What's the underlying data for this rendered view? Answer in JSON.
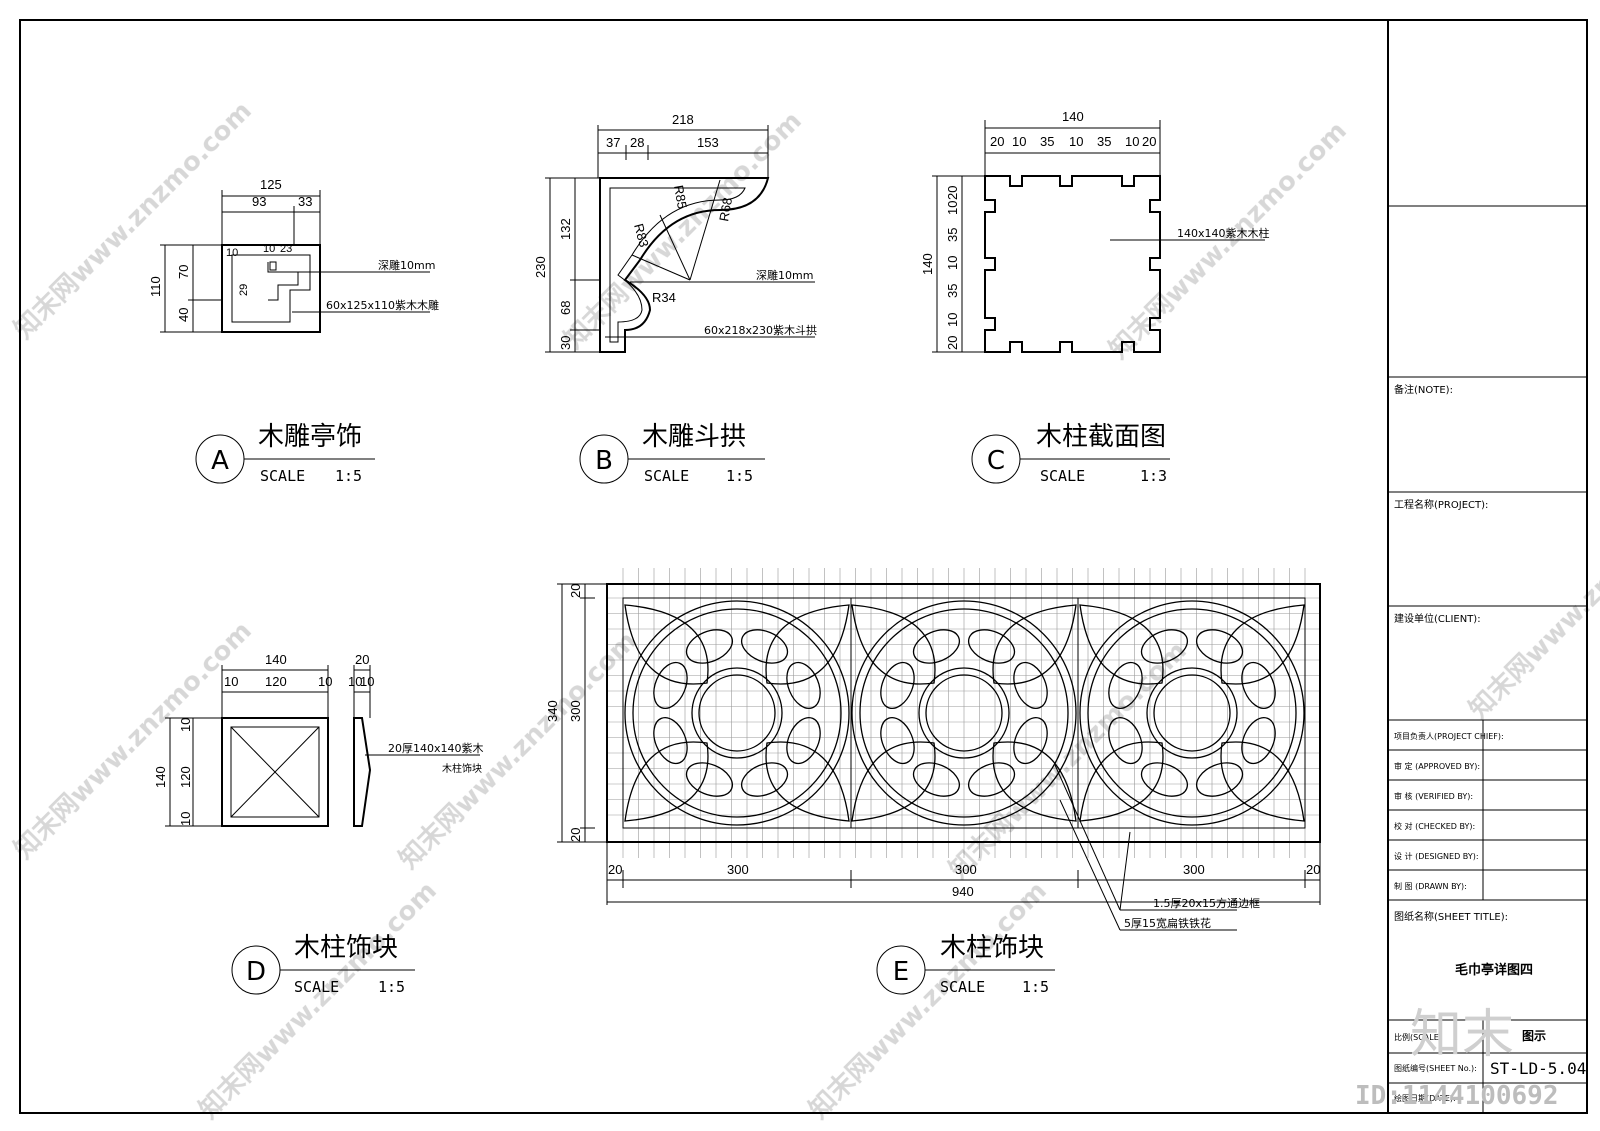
{
  "details": [
    {
      "letter": "A",
      "title": "木雕亭饰",
      "scale_label": "SCALE",
      "scale": "1:5"
    },
    {
      "letter": "B",
      "title": "木雕斗拱",
      "scale_label": "SCALE",
      "scale": "1:5"
    },
    {
      "letter": "C",
      "title": "木柱截面图",
      "scale_label": "SCALE",
      "scale": "1:3"
    },
    {
      "letter": "D",
      "title": "木柱饰块",
      "scale_label": "SCALE",
      "scale": "1:5"
    },
    {
      "letter": "E",
      "title": "木柱饰块",
      "scale_label": "SCALE",
      "scale": "1:5"
    }
  ],
  "detail_a": {
    "w_total": "125",
    "w_a": "93",
    "w_b": "33",
    "h_total": "110",
    "h_a": "70",
    "h_b": "40",
    "inner_a": "10",
    "inner_b": "10",
    "inner_c": "23",
    "inner_d": "29",
    "note1": "深雕10mm",
    "note2": "60x125x110紫木木雕"
  },
  "detail_b": {
    "w_total": "218",
    "w_a": "37",
    "w_b": "28",
    "w_c": "153",
    "h_total": "230",
    "h_a": "132",
    "h_b": "68",
    "h_c": "30",
    "r1": "R83",
    "r2": "R85",
    "r3": "R68",
    "r4": "R34",
    "note1": "深雕10mm",
    "note2": "60x218x230紫木斗拱"
  },
  "detail_c": {
    "w_total": "140",
    "w_parts": [
      "20",
      "10",
      "35",
      "10",
      "35",
      "10",
      "20"
    ],
    "h_total": "140",
    "h_parts": [
      "20",
      "10",
      "35",
      "10",
      "35",
      "10",
      "20"
    ],
    "note": "140x140紫木木柱"
  },
  "detail_d": {
    "w_total": "140",
    "w_a": "10",
    "w_b": "120",
    "w_c": "10",
    "h_total": "140",
    "h_a": "10",
    "h_b": "120",
    "h_c": "10",
    "side_total": "20",
    "side_a": "10",
    "side_b": "10",
    "note1": "20厚140x140紫木",
    "note2": "木柱饰块"
  },
  "detail_e": {
    "w_total": "940",
    "w_edge_l": "20",
    "w_panel": "300",
    "w_edge_r": "20",
    "h_total": "340",
    "h_a": "20",
    "h_b": "300",
    "h_c": "20",
    "note1": "1.5厚20x15方通边框",
    "note2": "5厚15宽扁铁铁花"
  },
  "title_block": {
    "note_label": "备注(NOTE):",
    "project_label": "工程名称(PROJECT):",
    "client_label": "建设单位(CLIENT):",
    "rows": [
      "项目负责人(PROJECT CHIEF):",
      "审 定 (APPROVED BY):",
      "审 核 (VERIFIED BY):",
      "校 对 (CHECKED BY):",
      "设 计 (DESIGNED BY):",
      "制 图 (DRAWN BY):"
    ],
    "sheet_title_label": "图纸名称(SHEET TITLE):",
    "sheet_title": "毛巾亭详图四",
    "scale_label": "比例(SCALE)",
    "scale_value": "图示",
    "sheet_no_label": "图纸编号(SHEET No.):",
    "sheet_no": "ST-LD-5.04",
    "date_label": "绘图日期(DATE):"
  },
  "watermark": {
    "text": "知末网www.znzmo.com",
    "logo": "知末",
    "id": "ID:1144100692"
  }
}
